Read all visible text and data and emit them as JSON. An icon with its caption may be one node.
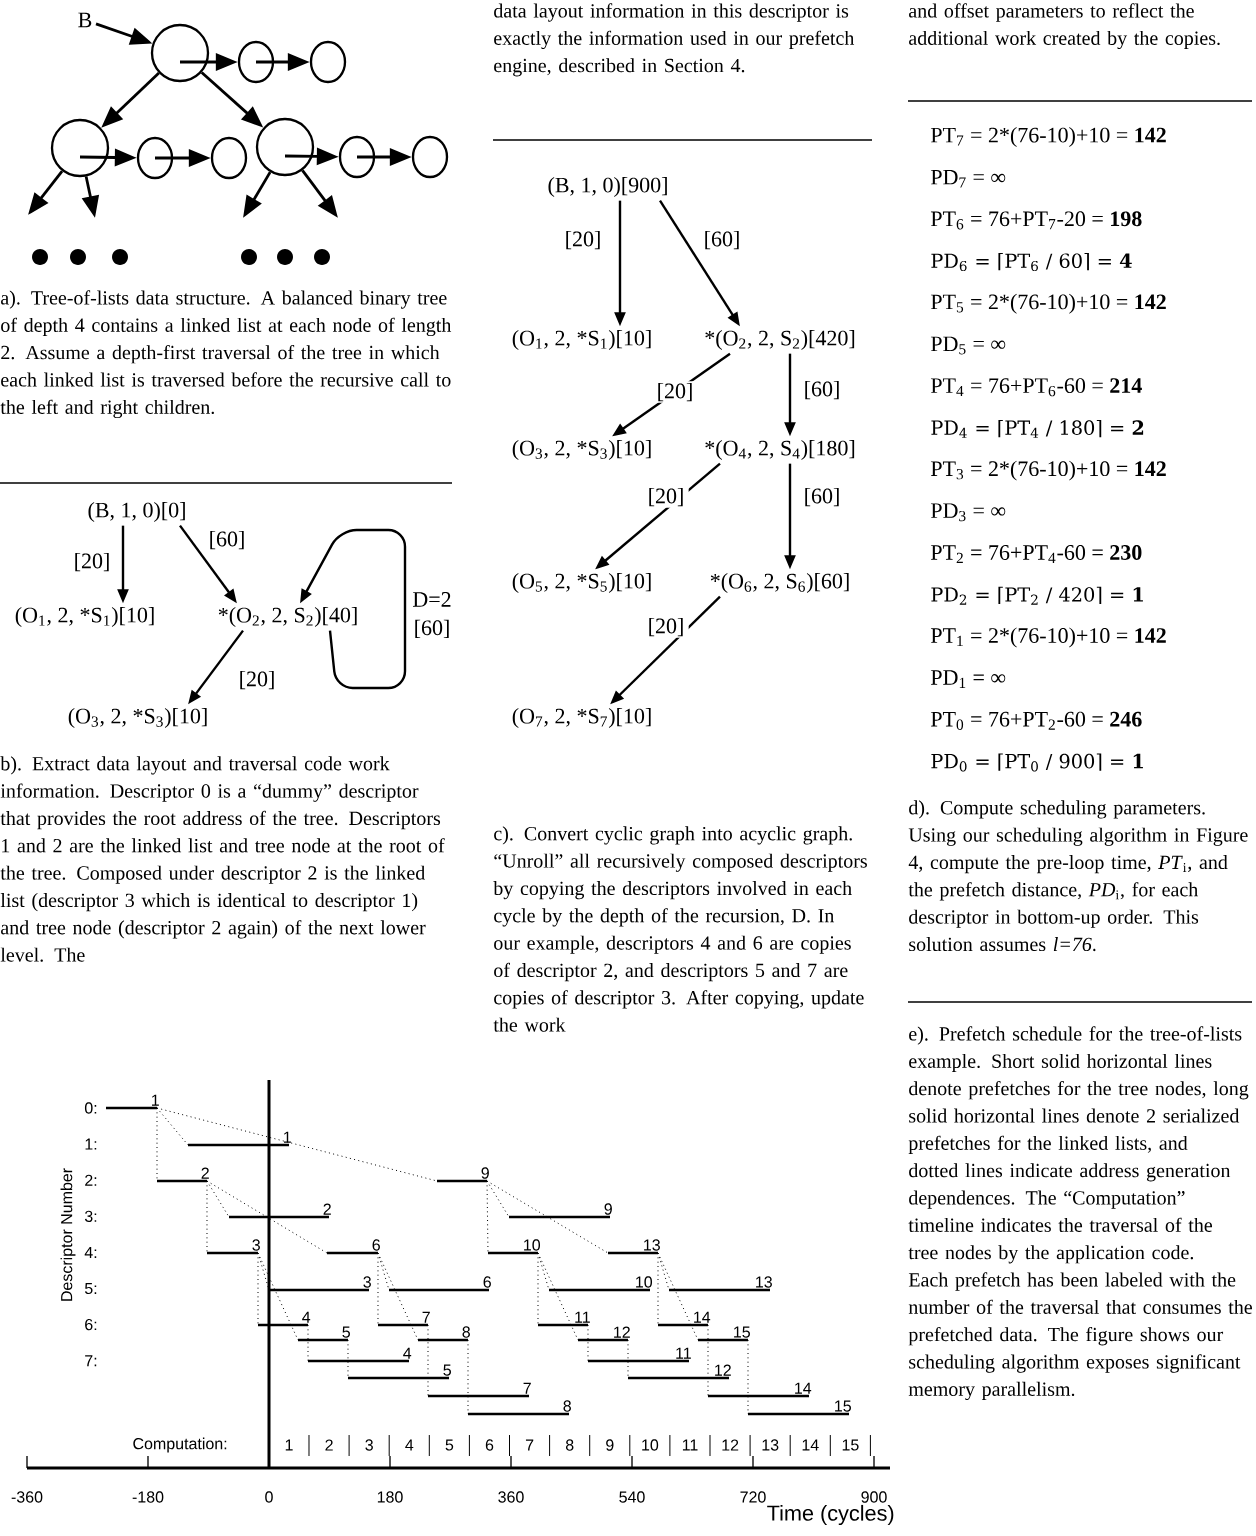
{
  "diagram": {
    "nodes": [
      {
        "text": [
          "B"
        ]
      },
      {
        "text": [],
        "shape": "circle"
      },
      {
        "text": [],
        "shape": "circle"
      },
      {
        "text": [],
        "shape": "circle"
      },
      {
        "text": [],
        "shape": "circle"
      },
      {
        "text": [],
        "shape": "circle"
      },
      {
        "text": [],
        "shape": "circle"
      },
      {
        "text": [],
        "shape": "circle"
      },
      {
        "text": [],
        "shape": "circle"
      },
      {
        "text": [],
        "shape": "circle"
      },
      {
        "text": [
          "(B, 1, 0)[0]"
        ]
      },
      {
        "text": [
          "(O$_{1}$, 2, *S$_{1}$)[10]"
        ]
      },
      {
        "text": [
          "*(O$_{2}$, 2, S$_{2}$)[40]"
        ]
      },
      {
        "text": [
          "(O$_{3}$, 2, *S$_{3}$)[10]"
        ]
      },
      {
        "text": [
          "(B, 1, 0)[900]"
        ]
      },
      {
        "text": [
          "(O$_{1}$, 2, *S$_{1}$)[10]"
        ]
      },
      {
        "text": [
          "*(O$_{2}$, 2, S$_{2}$)[420]"
        ]
      },
      {
        "text": [
          "(O$_{3}$, 2, *S$_{3}$)[10]"
        ]
      },
      {
        "text": [
          "*(O$_{4}$, 2, S$_{4}$)[180]"
        ]
      },
      {
        "text": [
          "(O$_{5}$, 2, *S$_{5}$)[10]"
        ]
      },
      {
        "text": [
          "*(O$_{6}$, 2, S$_{6}$)[60]"
        ]
      },
      {
        "text": [
          "(O$_{7}$, 2, *S$_{7}$)[10]"
        ]
      }
    ],
    "edges": [
      {
        "from": 0,
        "to": 1,
        "arrow": "to"
      },
      {
        "from": 1,
        "to": 2,
        "arrow": "to"
      },
      {
        "from": 2,
        "to": 3,
        "arrow": "to"
      },
      {
        "from": 1,
        "to": 4,
        "arrow": "to"
      },
      {
        "from": 1,
        "to": 7,
        "arrow": "to"
      },
      {
        "from": 4,
        "to": 5,
        "arrow": "to"
      },
      {
        "from": 5,
        "to": 6,
        "arrow": "to"
      },
      {
        "from": 7,
        "to": 8,
        "arrow": "to"
      },
      {
        "from": 8,
        "to": 9,
        "arrow": "to"
      },
      {
        "from": 4,
        "to": null,
        "arrow": "to"
      },
      {
        "from": 4,
        "to": null,
        "arrow": "to"
      },
      {
        "from": 7,
        "to": null,
        "arrow": "to"
      },
      {
        "from": 7,
        "to": null,
        "arrow": "to"
      },
      {
        "from": 10,
        "to": 11,
        "arrow": "to",
        "label": "[20]"
      },
      {
        "from": 10,
        "to": 12,
        "arrow": "to",
        "label": "[60]"
      },
      {
        "from": 12,
        "to": 13,
        "arrow": "to",
        "label": "[20]"
      },
      {
        "from": 12,
        "to": 12,
        "arrow": "to",
        "label": "D=2 [60]"
      },
      {
        "from": 14,
        "to": 15,
        "arrow": "to",
        "label": "[20]"
      },
      {
        "from": 14,
        "to": 16,
        "arrow": "to",
        "label": "[60]"
      },
      {
        "from": 16,
        "to": 17,
        "arrow": "to",
        "label": "[20]"
      },
      {
        "from": 16,
        "to": 18,
        "arrow": "to",
        "label": "[60]"
      },
      {
        "from": 18,
        "to": 19,
        "arrow": "to",
        "label": "[20]"
      },
      {
        "from": 18,
        "to": 20,
        "arrow": "to",
        "label": "[60]"
      },
      {
        "from": 20,
        "to": 21,
        "arrow": "to",
        "label": "[20]"
      }
    ],
    "labels": [
      "a). Tree-of-lists data structure. A balanced binary tree of depth 4 contains a linked list at each node of length 2. Assume a depth-first traversal of the tree in which each linked list is traversed before the recursive call to the left and right children.",
      "b). Extract data layout and traversal code work information. Descriptor 0 is a “dummy” descriptor that provides the root address of the tree. Descriptors 1 and 2 are the linked list and tree node at the root of the tree. Composed under descriptor 2 is the linked list (descriptor 3 which is identical to descriptor 1) and tree node (descriptor 2 again) of the next lower level. The",
      "data layout information in this descriptor is exactly the information used in our prefetch engine, described in Section 4.",
      "c). Convert cyclic graph into acyclic graph. “Unroll” all recursively composed descriptors by copying the descriptors involved in each cycle by the depth of the recursion, D. In our example, descriptors 4 and 6 are copies of descriptor 2, and descriptors 5 and 7 are copies of descriptor 3. After copying, update the work",
      "and offset parameters to reflect the additional work created by the copies.",
      "PT$_{7}$ = 2*(76-10)+10 = **142**",
      "PD$_{7}$ = ∞",
      "PT$_{6}$ = 76+PT$_{7}$-20 = **198**",
      "PD$_{6}$ = ⌈PT$_{6}$ / 60⌉ = **4**",
      "PT$_{5}$ = 2*(76-10)+10 = **142**",
      "PD$_{5}$ = ∞",
      "PT$_{4}$ = 76+PT$_{6}$-60 = **214**",
      "PD$_{4}$ = ⌈PT$_{4}$ / 180⌉ = **2**",
      "PT$_{3}$ = 2*(76-10)+10 = **142**",
      "PD$_{3}$ = ∞",
      "PT$_{2}$ = 76+PT$_{4}$-60 = **230**",
      "PD$_{2}$ = ⌈PT$_{2}$ / 420⌉ = **1**",
      "PT$_{1}$ = 2*(76-10)+10 = **142**",
      "PD$_{1}$ = ∞",
      "PT$_{0}$ = 76+PT$_{2}$-60 = **246**",
      "PD$_{0}$ = ⌈PT$_{0}$ / 900⌉ = **1**",
      "d). Compute scheduling parameters. Using our scheduling algorithm in Figure 4, compute the pre-loop time, *PT*$_{i}$, and the prefetch distance, *PD*$_{i}$, for each descriptor in bottom-up order. This solution assumes *l=76*.",
      "e). Prefetch schedule for the tree-of-lists example. Short solid horizontal lines denote prefetches for the tree nodes, long solid horizontal lines denote 2 serialized prefetches for the linked lists, and dotted lines indicate address generation dependences. The “Computation” timeline indicates the traversal of the tree nodes by the application code. Each prefetch has been labeled with the number of the traversal that consumes the prefetched data. The figure shows our scheduling algorithm exposes significant memory parallelism.",
      "0:",
      "1:",
      "2:",
      "3:",
      "4:",
      "5:",
      "6:",
      "7:",
      "Descriptor Number",
      "1",
      "1",
      "2",
      "9",
      "2",
      "9",
      "3",
      "6",
      "10",
      "13",
      "3",
      "6",
      "10",
      "13",
      "4",
      "7",
      "11",
      "14",
      "5",
      "8",
      "12",
      "15",
      "4",
      "11",
      "5",
      "12",
      "7",
      "14",
      "8",
      "15",
      "Computation:",
      "1",
      "2",
      "3",
      "4",
      "5",
      "6",
      "7",
      "8",
      "9",
      "10",
      "11",
      "12",
      "13",
      "14",
      "15",
      "-360",
      "-180",
      "0",
      "180",
      "360",
      "540",
      "720",
      "900",
      "Time (cycles)"
    ]
  }
}
